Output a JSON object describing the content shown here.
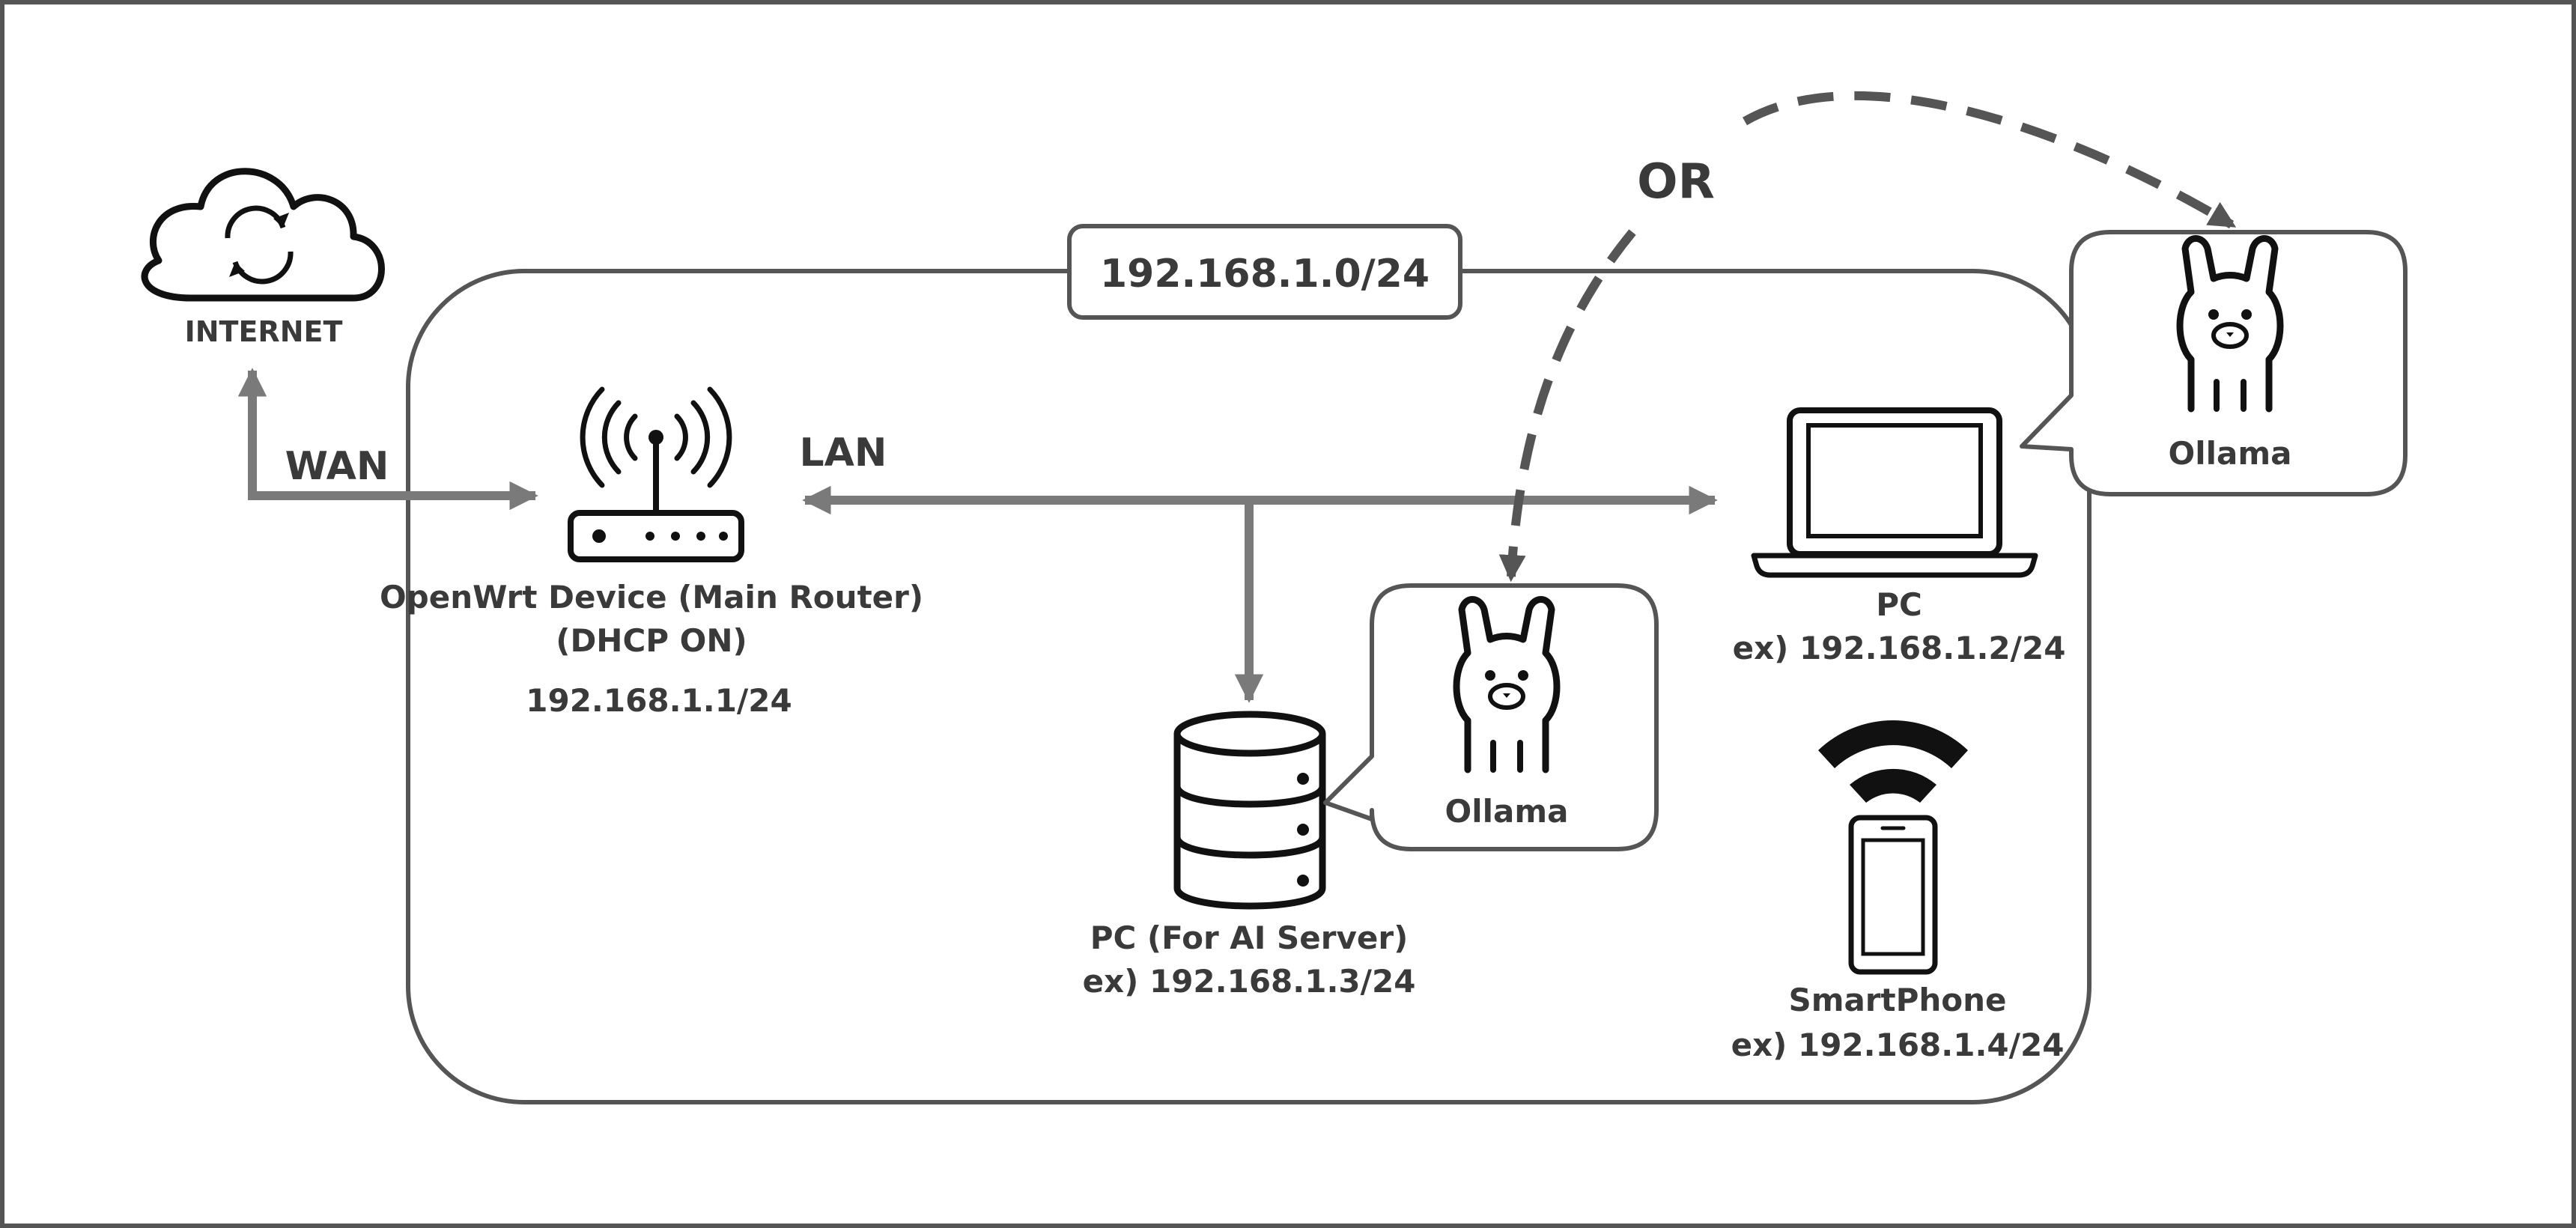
{
  "subnet": {
    "label": "192.168.1.0/24"
  },
  "internet": {
    "label": "INTERNET",
    "icon": "cloud-sync-icon"
  },
  "links": {
    "wan_label": "WAN",
    "lan_label": "LAN",
    "or_label": "OR"
  },
  "router": {
    "icon": "wifi-router-icon",
    "name": "OpenWrt Device (Main Router)",
    "dhcp": "(DHCP ON)",
    "ip": "192.168.1.1/24"
  },
  "ai_server": {
    "icon": "database-server-icon",
    "name": "PC (For AI Server)",
    "ip": "ex) 192.168.1.3/24",
    "bubble_label": "Ollama",
    "bubble_icon": "llama-icon"
  },
  "laptop": {
    "icon": "laptop-icon",
    "name": "PC",
    "ip": "ex) 192.168.1.2/24",
    "bubble_label": "Ollama",
    "bubble_icon": "llama-icon"
  },
  "phone": {
    "icon": "smartphone-icon",
    "wifi_icon": "wifi-signal-icon",
    "name": "SmartPhone",
    "ip": "ex) 192.168.1.4/24"
  },
  "colors": {
    "stroke": "#555555",
    "arrow": "#7a7a7a",
    "text": "#3a3a3a",
    "icon": "#111111"
  }
}
